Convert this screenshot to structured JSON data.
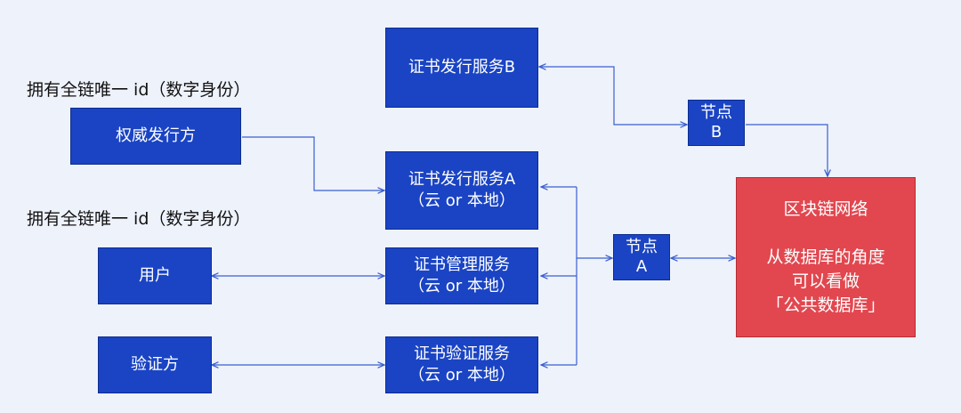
{
  "labels": {
    "top_id": "拥有全链唯一 id（数字身份）",
    "mid_id": "拥有全链唯一 id（数字身份）"
  },
  "boxes": {
    "issuer_authority": "权威发行方",
    "user": "用户",
    "verifier": "验证方",
    "cert_issue_b": "证书发行服务B",
    "cert_issue_a": "证书发行服务A\n（云 or 本地）",
    "cert_manage": "证书管理服务\n（云 or 本地）",
    "cert_verify": "证书验证服务\n（云 or 本地）",
    "node_b": "节点\nB",
    "node_a": "节点\nA",
    "blockchain": "区块链网络\n\n从数据库的角度\n可以看做\n「公共数据库」"
  },
  "colors": {
    "background": "#eef2fb",
    "box_blue": "#1a44c4",
    "box_red": "#e2474f",
    "wire": "#3a5fd0"
  }
}
